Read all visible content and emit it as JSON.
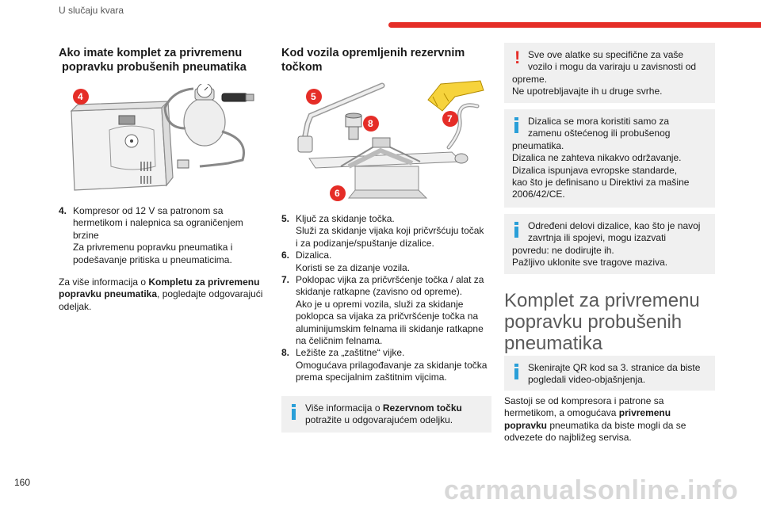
{
  "header": {
    "title": "U slučaju kvara"
  },
  "page_number": "160",
  "watermark": "carmanualsonline.info",
  "col1": {
    "heading_line1": "Ako imate komplet za privremenu",
    "heading_line2": "popravku probušenih pneumatika",
    "badge": "4",
    "item4_num": "4.",
    "item4_lines": [
      "Kompresor od 12 V sa patronom sa",
      "hermetikom i nalepnica sa ograničenjem",
      "brzine",
      "Za privremenu popravku pneumatika i",
      "podešavanje pritiska u pneumaticima."
    ],
    "more_pre": "Za više informacija o ",
    "more_bold1": "Kompletu za privremenu",
    "more_bold2": "popravku pneumatika",
    "more_post": ", pogledajte odgovarajući",
    "more_line3": "odeljak."
  },
  "col2": {
    "heading_line1": "Kod vozila opremljenih rezervnim",
    "heading_line2": "točkom",
    "badges": [
      "5",
      "6",
      "7",
      "8"
    ],
    "items": [
      {
        "num": "5.",
        "lines": [
          "Ključ za skidanje točka.",
          "Služi za skidanje vijaka koji pričvršćuju točak",
          "i za podizanje/spuštanje dizalice."
        ]
      },
      {
        "num": "6.",
        "lines": [
          "Dizalica.",
          "Koristi se za dizanje vozila."
        ]
      },
      {
        "num": "7.",
        "lines": [
          "Poklopac vijka za pričvršćenje točka / alat za",
          "skidanje ratkapne (zavisno od opreme).",
          "Ako je u opremi vozila, služi za skidanje",
          "poklopca sa vijaka za pričvršćenje točka na",
          "aluminijumskim felnama ili skidanje ratkapne",
          "na čeličnim felnama."
        ]
      },
      {
        "num": "8.",
        "lines": [
          "Ležište za „zaštitne“ vijke.",
          "Omogućava prilagođavanje za skidanje točka",
          "prema specijalnim zaštitnim vijcima."
        ]
      }
    ],
    "info_pre": "Više informacija o ",
    "info_bold": "Rezervnom točku",
    "info_line2": "potražite u odgovarajućem odeljku."
  },
  "col3": {
    "warn_lines": [
      "Sve ove alatke su specifične za vaše",
      "vozilo i mogu da variraju u zavisnosti od",
      "opreme.",
      "Ne upotrebljavajte ih u druge svrhe."
    ],
    "info1_lines": [
      "Dizalica se mora koristiti samo za",
      "zamenu oštećenog ili probušenog",
      "pneumatika.",
      "Dizalica ne zahteva nikakvo održavanje.",
      "Dizalica ispunjava evropske standarde,",
      "kao što je definisano u Direktivi za mašine",
      "2006/42/CE."
    ],
    "info2_lines": [
      "Određeni delovi dizalice, kao što je navoj",
      "zavrtnja ili spojevi, mogu izazvati",
      "povredu: ne dodirujte ih.",
      "Pažljivo uklonite sve tragove maziva."
    ],
    "big_title_lines": [
      "Komplet za privremenu",
      "popravku probušenih",
      "pneumatika"
    ],
    "info3_lines": [
      "Skenirajte QR kod sa 3. stranice da biste",
      "pogledali video-objašnjenja."
    ],
    "body_line1": "Sastoji se od kompresora i patrone sa",
    "body_line2_pre": "hermetikom, a omogućava ",
    "body_line2_bold": "privremenu",
    "body_line3_bold": "popravku",
    "body_line3_post": " pneumatika da biste mogli da se",
    "body_line4": "odvezete do najbližeg servisa."
  },
  "colors": {
    "accent_red": "#e52d27",
    "info_blue": "#2a9fd8",
    "box_bg": "#f0f0f0"
  }
}
